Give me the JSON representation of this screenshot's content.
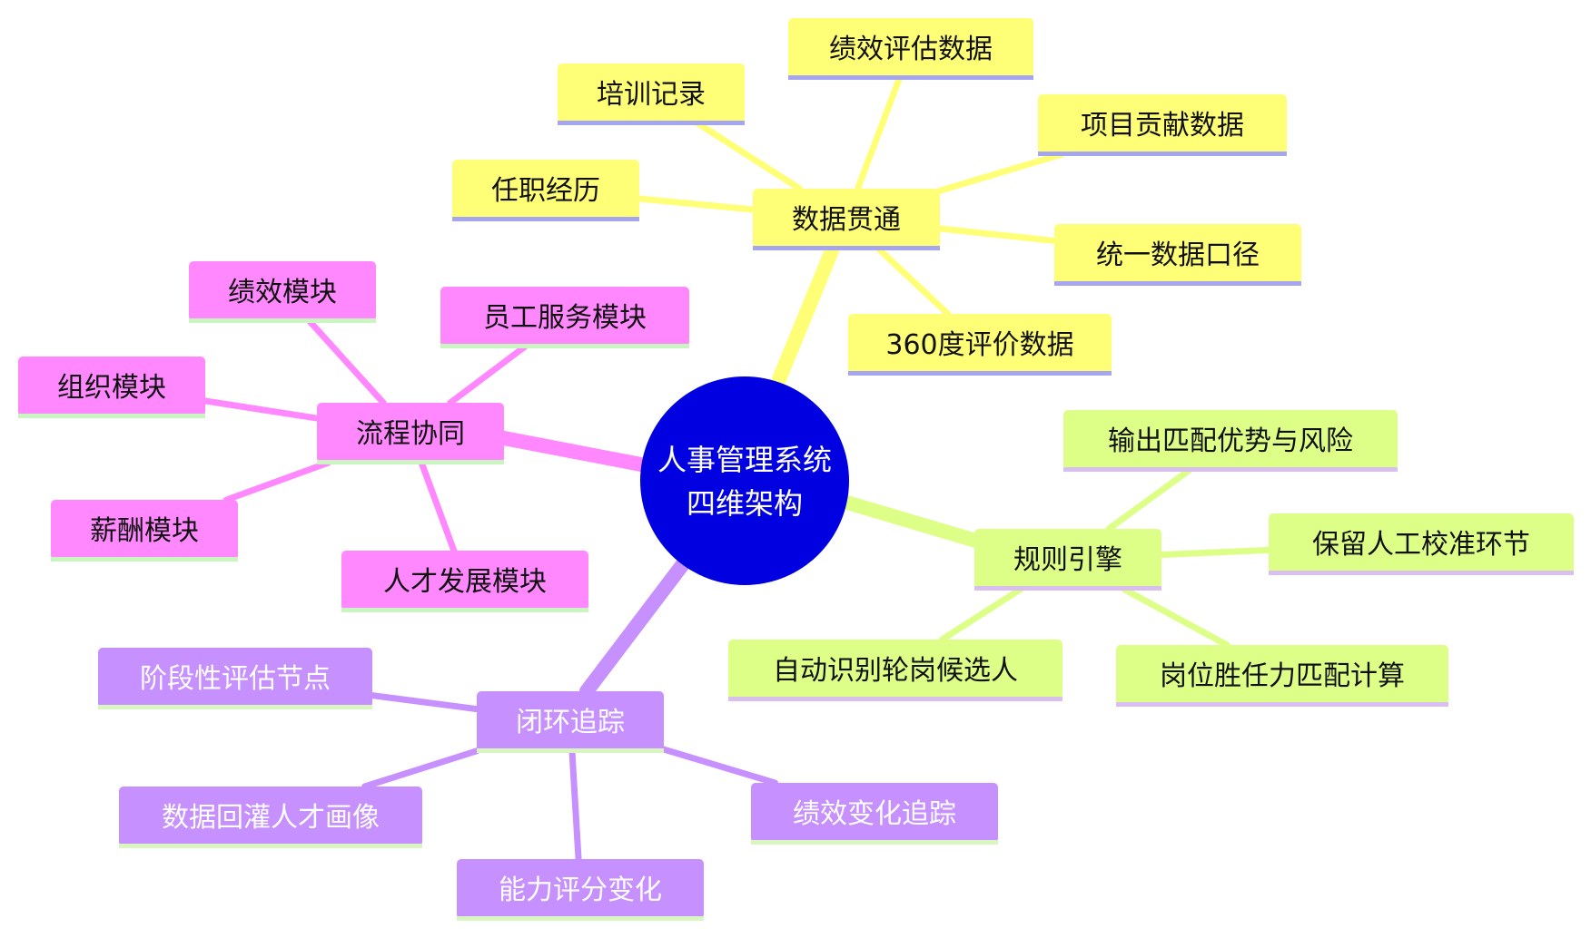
{
  "colors": {
    "background": "#ffffff",
    "root_fill": "#0000e0",
    "root_text": "#ffffff",
    "data_branch": "#ffff77",
    "data_underline": "#a5a5f0",
    "process_branch": "#ff88ff",
    "process_underline": "#c8f5c0",
    "rules_branch": "#ddff88",
    "rules_underline": "#d9bff0",
    "tracking_branch": "#c690ff",
    "tracking_underline": "#d9f5c0",
    "text_dark": "#111111",
    "text_light": "#ffffff"
  },
  "root": {
    "lines": [
      "人事管理系统",
      "四维架构"
    ]
  },
  "branches": [
    {
      "id": "data",
      "label": "数据贯通",
      "children": [
        "培训记录",
        "绩效评估数据",
        "项目贡献数据",
        "任职经历",
        "统一数据口径",
        "360度评价数据"
      ]
    },
    {
      "id": "process",
      "label": "流程协同",
      "children": [
        "绩效模块",
        "员工服务模块",
        "组织模块",
        "薪酬模块",
        "人才发展模块"
      ]
    },
    {
      "id": "rules",
      "label": "规则引擎",
      "children": [
        "输出匹配优势与风险",
        "保留人工校准环节",
        "自动识别轮岗候选人",
        "岗位胜任力匹配计算"
      ]
    },
    {
      "id": "tracking",
      "label": "闭环追踪",
      "children": [
        "阶段性评估节点",
        "数据回灌人才画像",
        "绩效变化追踪",
        "能力评分变化"
      ]
    }
  ]
}
